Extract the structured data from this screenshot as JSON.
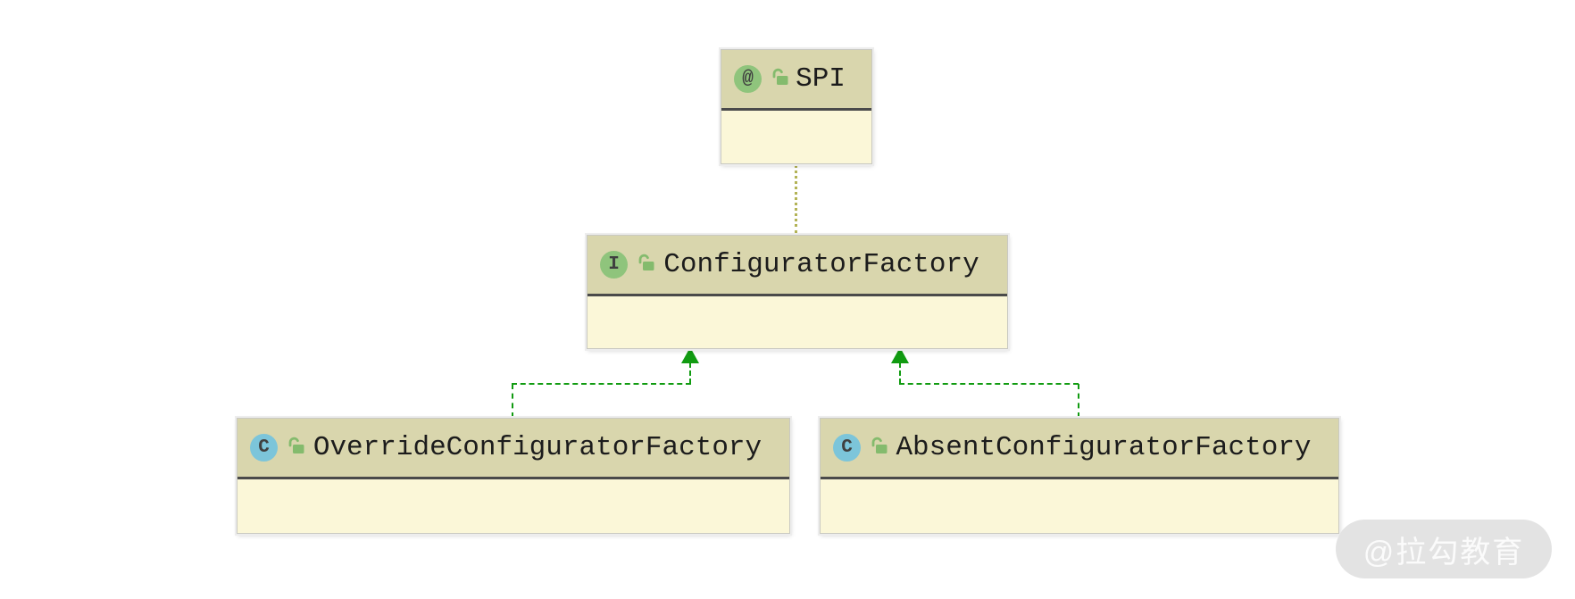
{
  "diagram": {
    "nodes": {
      "spi": {
        "label": "SPI",
        "kind": "annotation",
        "icon": "@",
        "visibility": "public"
      },
      "configuratorFactory": {
        "label": "ConfiguratorFactory",
        "kind": "interface",
        "icon": "I",
        "visibility": "public"
      },
      "overrideConfiguratorFactory": {
        "label": "OverrideConfiguratorFactory",
        "kind": "class",
        "icon": "C",
        "visibility": "public"
      },
      "absentConfiguratorFactory": {
        "label": "AbsentConfiguratorFactory",
        "kind": "class",
        "icon": "C",
        "visibility": "public"
      }
    },
    "edges": [
      {
        "from": "ConfiguratorFactory",
        "to": "SPI",
        "type": "annotated-by",
        "style": "dotted"
      },
      {
        "from": "OverrideConfiguratorFactory",
        "to": "ConfiguratorFactory",
        "type": "implements",
        "style": "dashed-arrow"
      },
      {
        "from": "AbsentConfiguratorFactory",
        "to": "ConfiguratorFactory",
        "type": "implements",
        "style": "dashed-arrow"
      }
    ],
    "colors": {
      "node_header_bg": "#d9d6ad",
      "node_body_bg": "#fbf7d8",
      "node_separator": "#4a4a4a",
      "annotation_icon_bg": "#8fc47c",
      "interface_icon_bg": "#8fc47c",
      "class_icon_bg": "#7cc5da",
      "lock_icon_color": "#84bb6d",
      "implements_edge_color": "#119b11",
      "annotation_edge_color": "#b3b356"
    }
  },
  "watermark": {
    "text": "@拉勾教育"
  }
}
